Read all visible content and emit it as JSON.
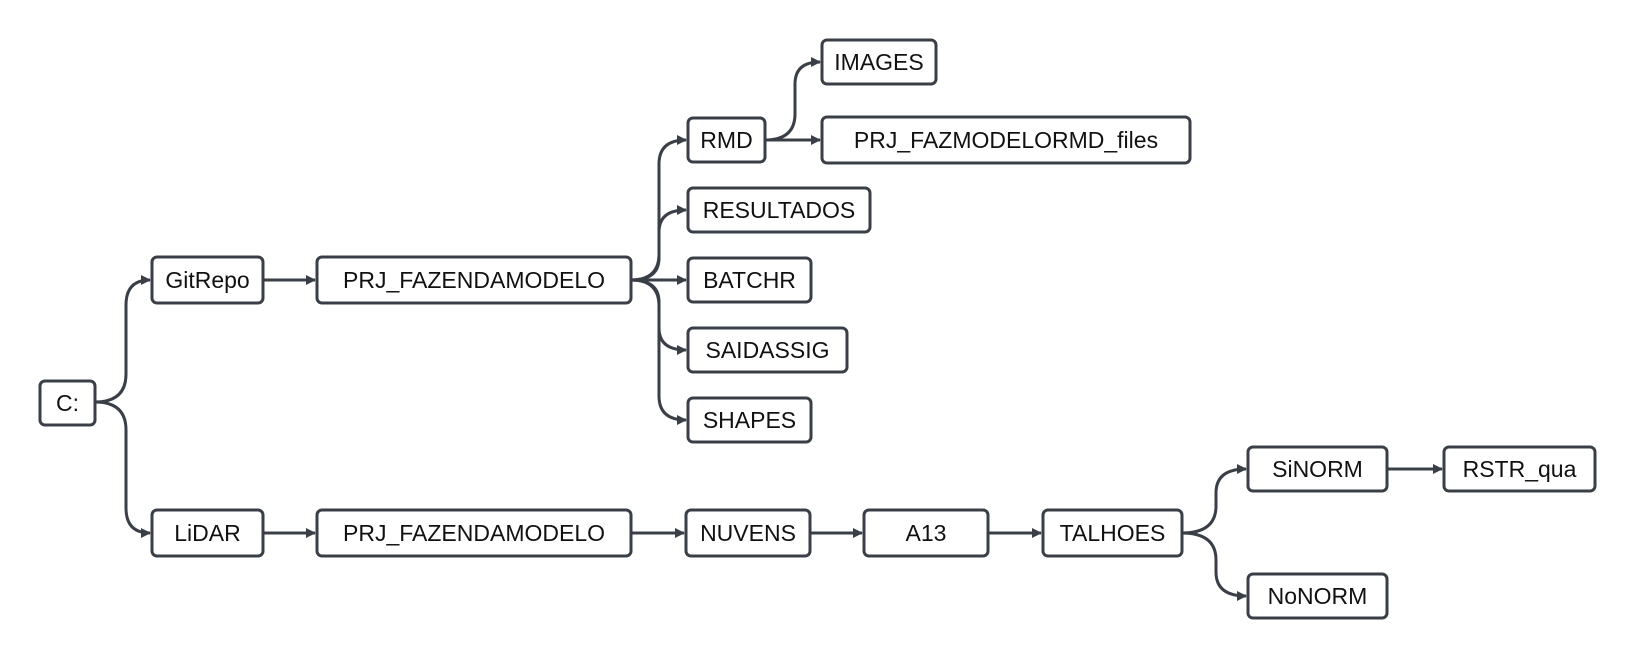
{
  "diagram": {
    "nodes": {
      "root": "C:",
      "gitrepo": "GitRepo",
      "lidar": "LiDAR",
      "prj_top": "PRJ_FAZENDAMODELO",
      "rmd": "RMD",
      "images": "IMAGES",
      "rmd_files": "PRJ_FAZMODELORMD_files",
      "resultados": "RESULTADOS",
      "batchr": "BATCHR",
      "saidassig": "SAIDASSIG",
      "shapes": "SHAPES",
      "prj_bottom": "PRJ_FAZENDAMODELO",
      "nuvens": "NUVENS",
      "a13": "A13",
      "talhoes": "TALHOES",
      "sinorm": "SiNORM",
      "rstr_qua": "RSTR_qua",
      "nonorm": "NoNORM"
    },
    "edges": [
      [
        "root",
        "gitrepo"
      ],
      [
        "root",
        "lidar"
      ],
      [
        "gitrepo",
        "prj_top"
      ],
      [
        "prj_top",
        "rmd"
      ],
      [
        "prj_top",
        "resultados"
      ],
      [
        "prj_top",
        "batchr"
      ],
      [
        "prj_top",
        "saidassig"
      ],
      [
        "prj_top",
        "shapes"
      ],
      [
        "rmd",
        "images"
      ],
      [
        "rmd",
        "rmd_files"
      ],
      [
        "lidar",
        "prj_bottom"
      ],
      [
        "prj_bottom",
        "nuvens"
      ],
      [
        "nuvens",
        "a13"
      ],
      [
        "a13",
        "talhoes"
      ],
      [
        "talhoes",
        "sinorm"
      ],
      [
        "talhoes",
        "nonorm"
      ],
      [
        "sinorm",
        "rstr_qua"
      ]
    ],
    "colors": {
      "line": "#3a3f47",
      "box_fill": "#ffffff",
      "text": "#111111"
    }
  }
}
